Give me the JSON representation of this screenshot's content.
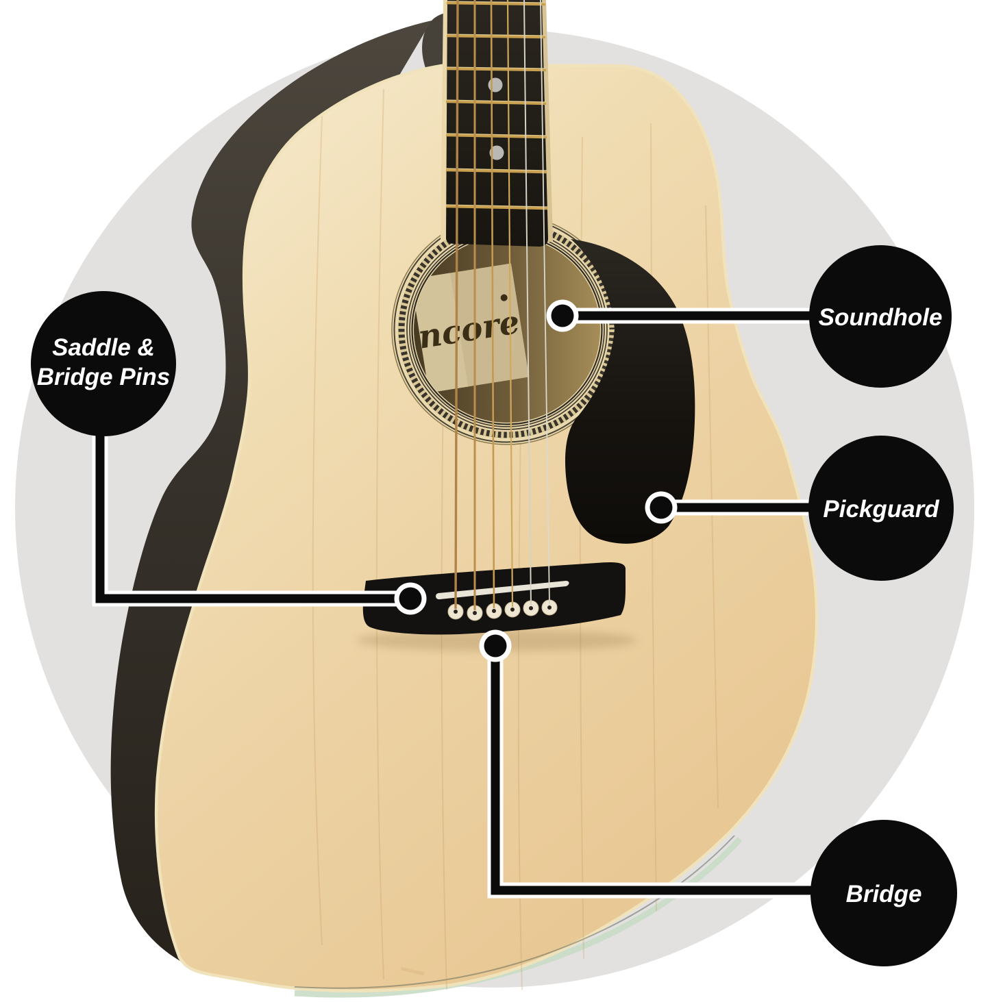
{
  "diagram": {
    "subject": "acoustic-guitar-labeled-parts",
    "colors": {
      "background": "#ffffff",
      "backdrop_circle": "#e2e1e0",
      "callout_fill": "#0b0b0b",
      "callout_text": "#ffffff",
      "connector_line": "#0b0b0b",
      "connector_casing": "#ffffff",
      "guitar_top": "#eed3a4",
      "guitar_side": "#37322b",
      "pickguard": "#16130f",
      "bridge": "#141210",
      "fretboard": "#1f1c16",
      "fret_wire": "#c79f4e",
      "rosette": "#ead9ad",
      "soundhole_interior": "#6d5b38"
    }
  },
  "callouts": [
    {
      "id": "saddle-bridge-pins",
      "label": "Saddle & Bridge Pins",
      "line1": "Saddle &",
      "line2": "Bridge Pins"
    },
    {
      "id": "soundhole",
      "label": "Soundhole"
    },
    {
      "id": "pickguard",
      "label": "Pickguard"
    },
    {
      "id": "bridge",
      "label": "Bridge"
    }
  ],
  "guitar": {
    "soundhole_brand": "ncore"
  }
}
